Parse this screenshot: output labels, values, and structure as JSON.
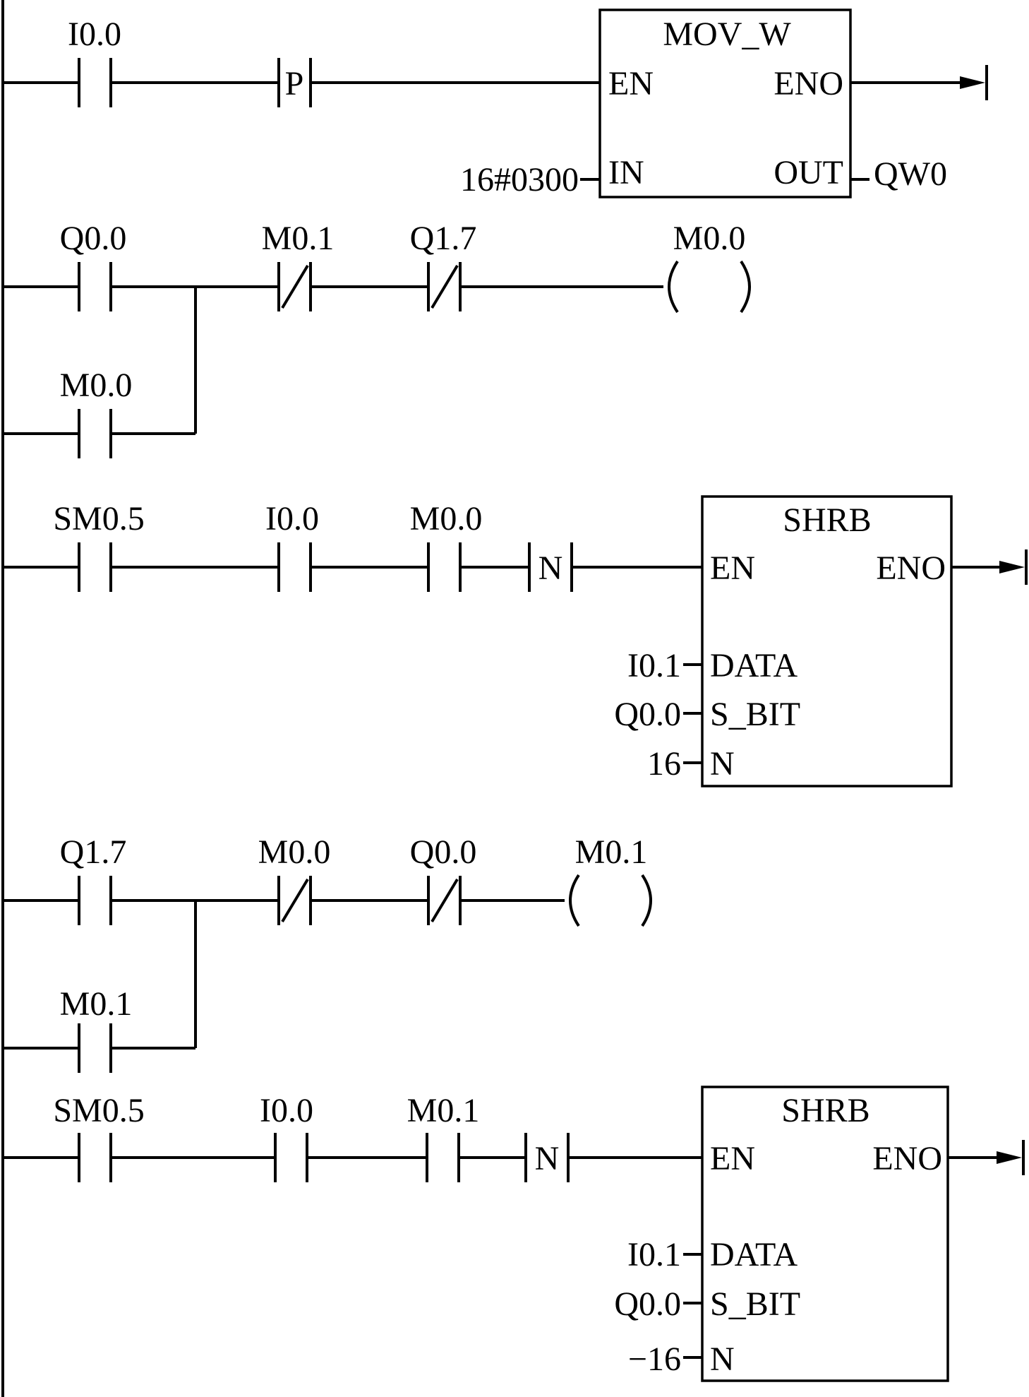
{
  "rungs": [
    {
      "contacts": [
        {
          "type": "NO",
          "label": "I0.0"
        },
        {
          "type": "P",
          "label": "P"
        }
      ],
      "box": {
        "title": "MOV_W",
        "en": "EN",
        "eno": "ENO",
        "inputs": [
          {
            "pin": "IN",
            "operand": "16#0300"
          }
        ],
        "outputs": [
          {
            "pin": "OUT",
            "operand": "QW0"
          }
        ]
      }
    },
    {
      "contacts": [
        {
          "type": "NO",
          "label": "Q0.0"
        },
        {
          "type": "NC",
          "label": "M0.1"
        },
        {
          "type": "NC",
          "label": "Q1.7"
        }
      ],
      "parallel": {
        "type": "NO",
        "label": "M0.0"
      },
      "coil": {
        "label": "M0.0"
      }
    },
    {
      "contacts": [
        {
          "type": "NO",
          "label": "SM0.5"
        },
        {
          "type": "NO",
          "label": "I0.0"
        },
        {
          "type": "NO",
          "label": "M0.0"
        },
        {
          "type": "N",
          "label": "N"
        }
      ],
      "box": {
        "title": "SHRB",
        "en": "EN",
        "eno": "ENO",
        "inputs": [
          {
            "pin": "DATA",
            "operand": "I0.1"
          },
          {
            "pin": "S_BIT",
            "operand": "Q0.0"
          },
          {
            "pin": "N",
            "operand": "16"
          }
        ]
      }
    },
    {
      "contacts": [
        {
          "type": "NO",
          "label": "Q1.7"
        },
        {
          "type": "NC",
          "label": "M0.0"
        },
        {
          "type": "NC",
          "label": "Q0.0"
        }
      ],
      "parallel": {
        "type": "NO",
        "label": "M0.1"
      },
      "coil": {
        "label": "M0.1"
      }
    },
    {
      "contacts": [
        {
          "type": "NO",
          "label": "SM0.5"
        },
        {
          "type": "NO",
          "label": "I0.0"
        },
        {
          "type": "NO",
          "label": "M0.1"
        },
        {
          "type": "N",
          "label": "N"
        }
      ],
      "box": {
        "title": "SHRB",
        "en": "EN",
        "eno": "ENO",
        "inputs": [
          {
            "pin": "DATA",
            "operand": "I0.1"
          },
          {
            "pin": "S_BIT",
            "operand": "Q0.0"
          },
          {
            "pin": "N",
            "operand": "−16"
          }
        ]
      }
    }
  ]
}
